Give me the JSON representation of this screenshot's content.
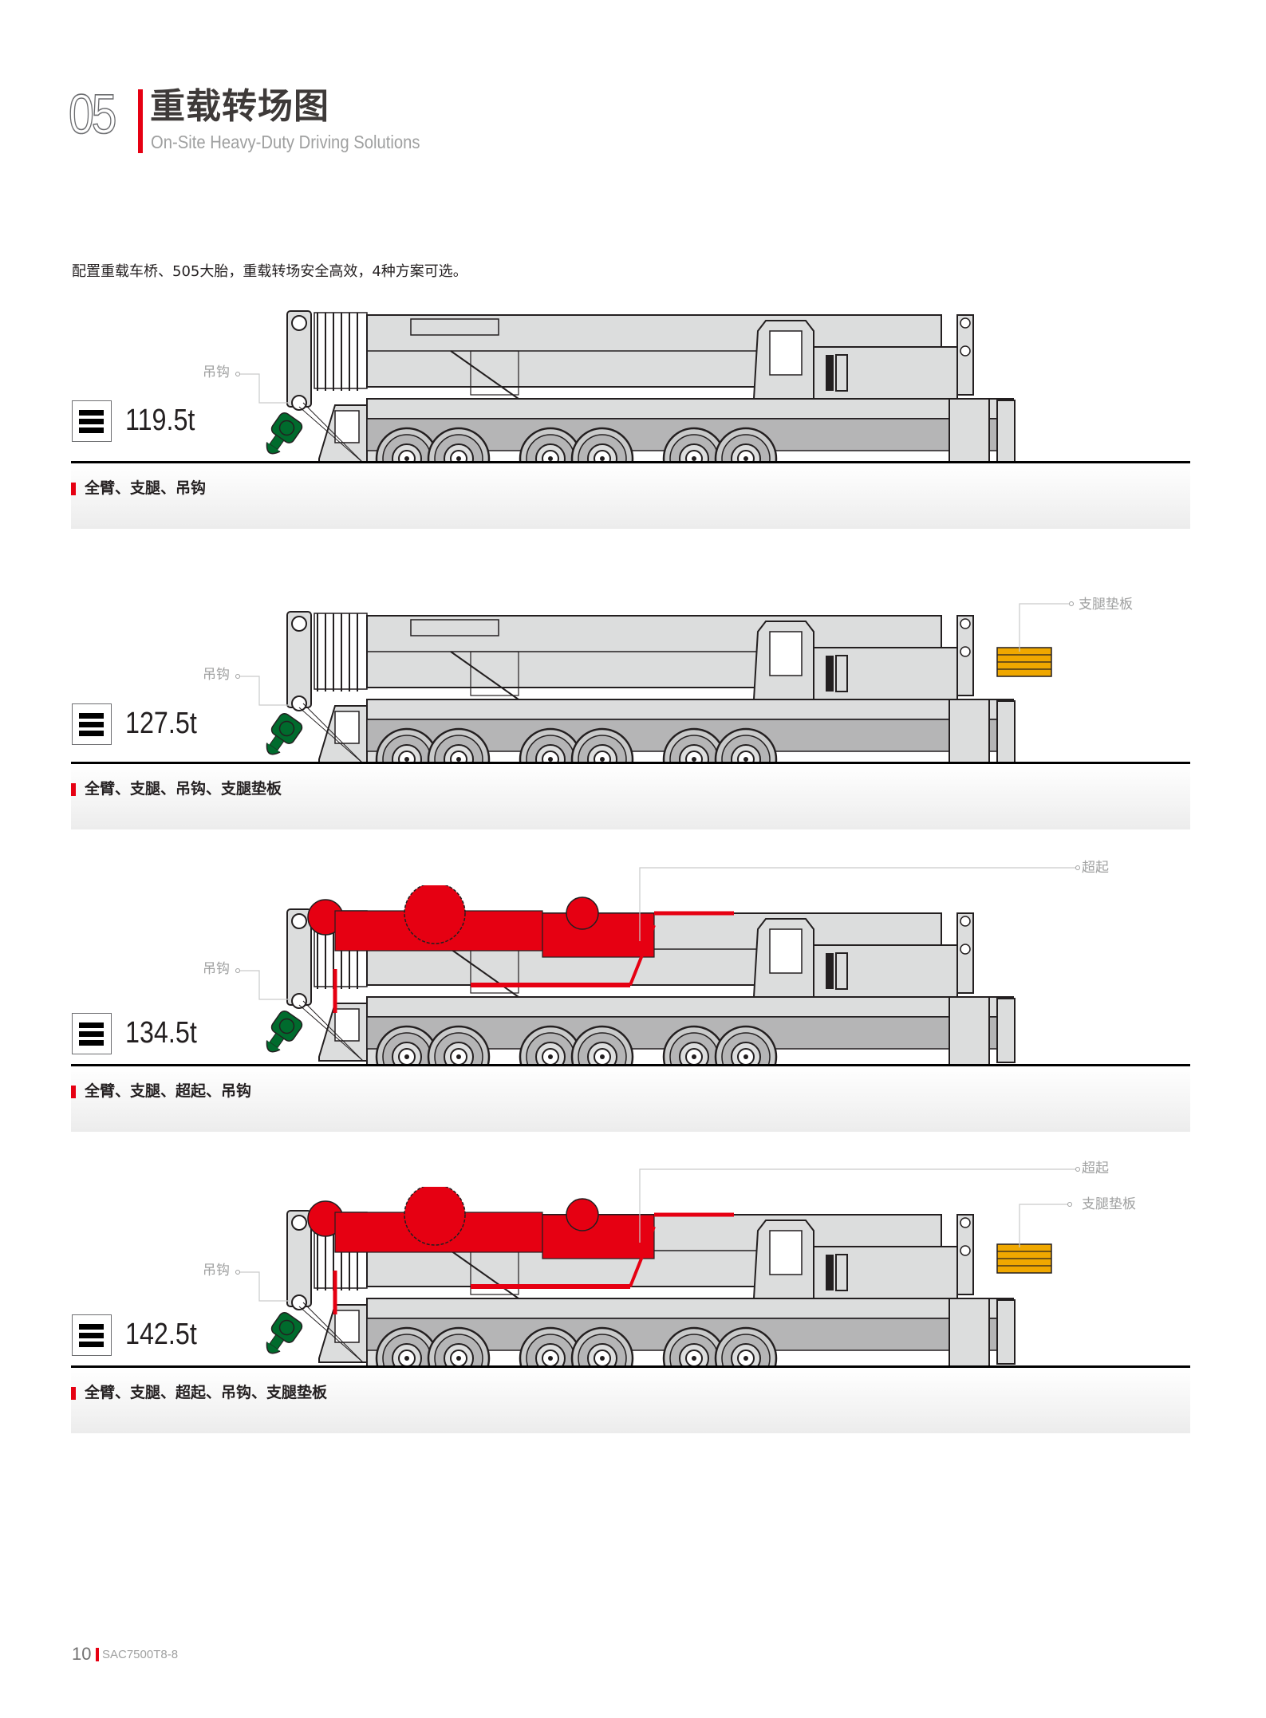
{
  "header": {
    "section_number": "05",
    "title_cn": "重载转场图",
    "title_en": "On-Site Heavy-Duty Driving Solutions"
  },
  "intro": "配置重载车桥、505大胎，重载转场安全高效，4种方案可选。",
  "colors": {
    "accent_red": "#e60012",
    "hook_green": "#006b2d",
    "superlift_red": "#e60012",
    "outrigger_pad_yellow": "#f0a800",
    "crane_body_gray": "#dcdddd",
    "callout_gray": "#9fa0a0"
  },
  "schemes": [
    {
      "weight": "119.5t",
      "weight_icon": "menu-lines-icon",
      "config_label": "全臂、支腿、吊钩",
      "callouts": {
        "hook": "吊钩"
      },
      "has_superlift": false,
      "has_outrigger_pads": false
    },
    {
      "weight": "127.5t",
      "weight_icon": "menu-lines-icon",
      "config_label": "全臂、支腿、吊钩、支腿垫板",
      "callouts": {
        "hook": "吊钩",
        "outrigger_pads": "支腿垫板"
      },
      "has_superlift": false,
      "has_outrigger_pads": true
    },
    {
      "weight": "134.5t",
      "weight_icon": "menu-lines-icon",
      "config_label": "全臂、支腿、超起、吊钩",
      "callouts": {
        "hook": "吊钩",
        "superlift": "超起"
      },
      "has_superlift": true,
      "has_outrigger_pads": false
    },
    {
      "weight": "142.5t",
      "weight_icon": "menu-lines-icon",
      "config_label": "全臂、支腿、超起、吊钩、支腿垫板",
      "callouts": {
        "hook": "吊钩",
        "superlift": "超起",
        "outrigger_pads": "支腿垫板"
      },
      "has_superlift": true,
      "has_outrigger_pads": true
    }
  ],
  "footer": {
    "page_number": "10",
    "model": "SAC7500T8-8"
  }
}
